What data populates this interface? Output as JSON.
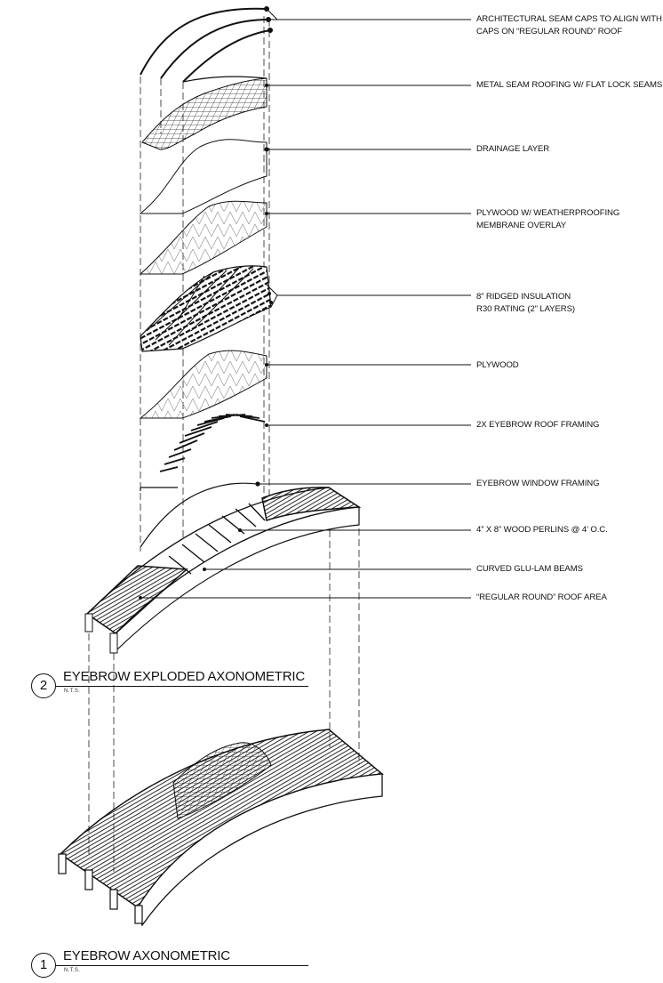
{
  "callouts": [
    {
      "lines": [
        "ARCHITECTURAL SEAM CAPS TO ALIGN WITH",
        "CAPS ON “REGULAR ROUND” ROOF"
      ]
    },
    {
      "lines": [
        "METAL SEAM ROOFING w/ FLAT LOCK SEAMS"
      ]
    },
    {
      "lines": [
        "DRAINAGE LAYER"
      ]
    },
    {
      "lines": [
        "PLYWOOD w/ WEATHERPROOFING",
        "MEMBRANE OVERLAY"
      ]
    },
    {
      "lines": [
        "8” RIDGED INSULATION",
        "R30 RATING (2” LAYERS)"
      ]
    },
    {
      "lines": [
        "PLYWOOD"
      ]
    },
    {
      "lines": [
        "2x EYEBROW ROOF FRAMING"
      ]
    },
    {
      "lines": [
        "EYEBROW WINDOW FRAMING"
      ]
    },
    {
      "lines": [
        "4” x 8” WOOD PERLINS @ 4’ O.C."
      ]
    },
    {
      "lines": [
        "CURVED GLU-LAM BEAMS"
      ]
    },
    {
      "lines": [
        "“REGULAR ROUND” ROOF AREA"
      ]
    }
  ],
  "titles": {
    "exploded": {
      "number": "2",
      "label": "EYEBROW EXPLODED AXONOMETRIC",
      "scale": "N.T.S."
    },
    "assembled": {
      "number": "1",
      "label": "EYEBROW AXONOMETRIC",
      "scale": "N.T.S."
    }
  },
  "colors": {
    "line": "#111111",
    "hatch": "#555555",
    "light": "#9a9a9a"
  }
}
